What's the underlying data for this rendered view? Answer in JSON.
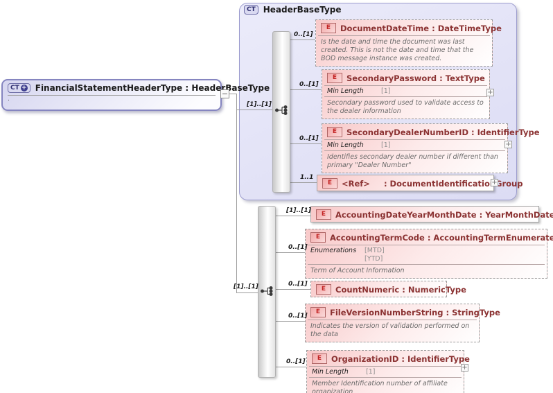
{
  "root_element": {
    "badge": "CT",
    "plus": "+",
    "title": "FinancialStatementHeaderType : HeaderBaseType",
    "annotation": ".",
    "collapse": "−"
  },
  "header_base_type": {
    "badge": "CT",
    "title": "HeaderBaseType",
    "group_cardinality": "[1]..[1]",
    "elements": [
      {
        "badge": "E",
        "cardinality": "0..[1]",
        "title": "DocumentDateTime : DateTimeType",
        "annotation": "Is the date and time the document was last created. This is not the date and time that the BOD message instance was created."
      },
      {
        "badge": "E",
        "cardinality": "0..[1]",
        "title": "SecondaryPassword : TextType",
        "facet_label": "Min Length",
        "facet_value": "[1]",
        "annotation": "Secondary password used to validate access to the dealer information",
        "expand": "+"
      },
      {
        "badge": "E",
        "cardinality": "0..[1]",
        "title": "SecondaryDealerNumberID : IdentifierType",
        "facet_label": "Min Length",
        "facet_value": "[1]",
        "annotation": "Identifies secondary dealer number if different than primary \"Dealer Number\"",
        "expand": "+"
      },
      {
        "badge": "E",
        "cardinality": "1..1",
        "title": "<Ref>     : DocumentIdentificationGroup",
        "expand": "+"
      }
    ]
  },
  "local_group": {
    "group_cardinality": "[1]..[1]",
    "elements": [
      {
        "badge": "E",
        "cardinality": "[1]..[1]",
        "title": "AccountingDateYearMonthDate : YearMonthDateType"
      },
      {
        "badge": "E",
        "cardinality": "0..[1]",
        "title": "AccountingTermCode : AccountingTermEnumeratedType",
        "facet_label": "Enumerations",
        "facet_values": [
          "[MTD]",
          "[YTD]"
        ],
        "annotation": "Term of Account Information"
      },
      {
        "badge": "E",
        "cardinality": "0..[1]",
        "title": "CountNumeric : NumericType"
      },
      {
        "badge": "E",
        "cardinality": "0..[1]",
        "title": "FileVersionNumberString : StringType",
        "annotation": "Indicates the version of validation performed on the data"
      },
      {
        "badge": "E",
        "cardinality": "0..[1]",
        "title": "OrganizationID : IdentifierType",
        "facet_label": "Min Length",
        "facet_value": "[1]",
        "annotation": "Member Identification number of affiliate organization",
        "expand": "+"
      }
    ]
  },
  "colors": {
    "container_fill": "#e4e4f6",
    "container_border": "#9c9cce",
    "element_fill": "#f8c9c9",
    "element_title": "#8b3232",
    "badge_red": "#c22222",
    "connector": "#9a9a9a"
  }
}
